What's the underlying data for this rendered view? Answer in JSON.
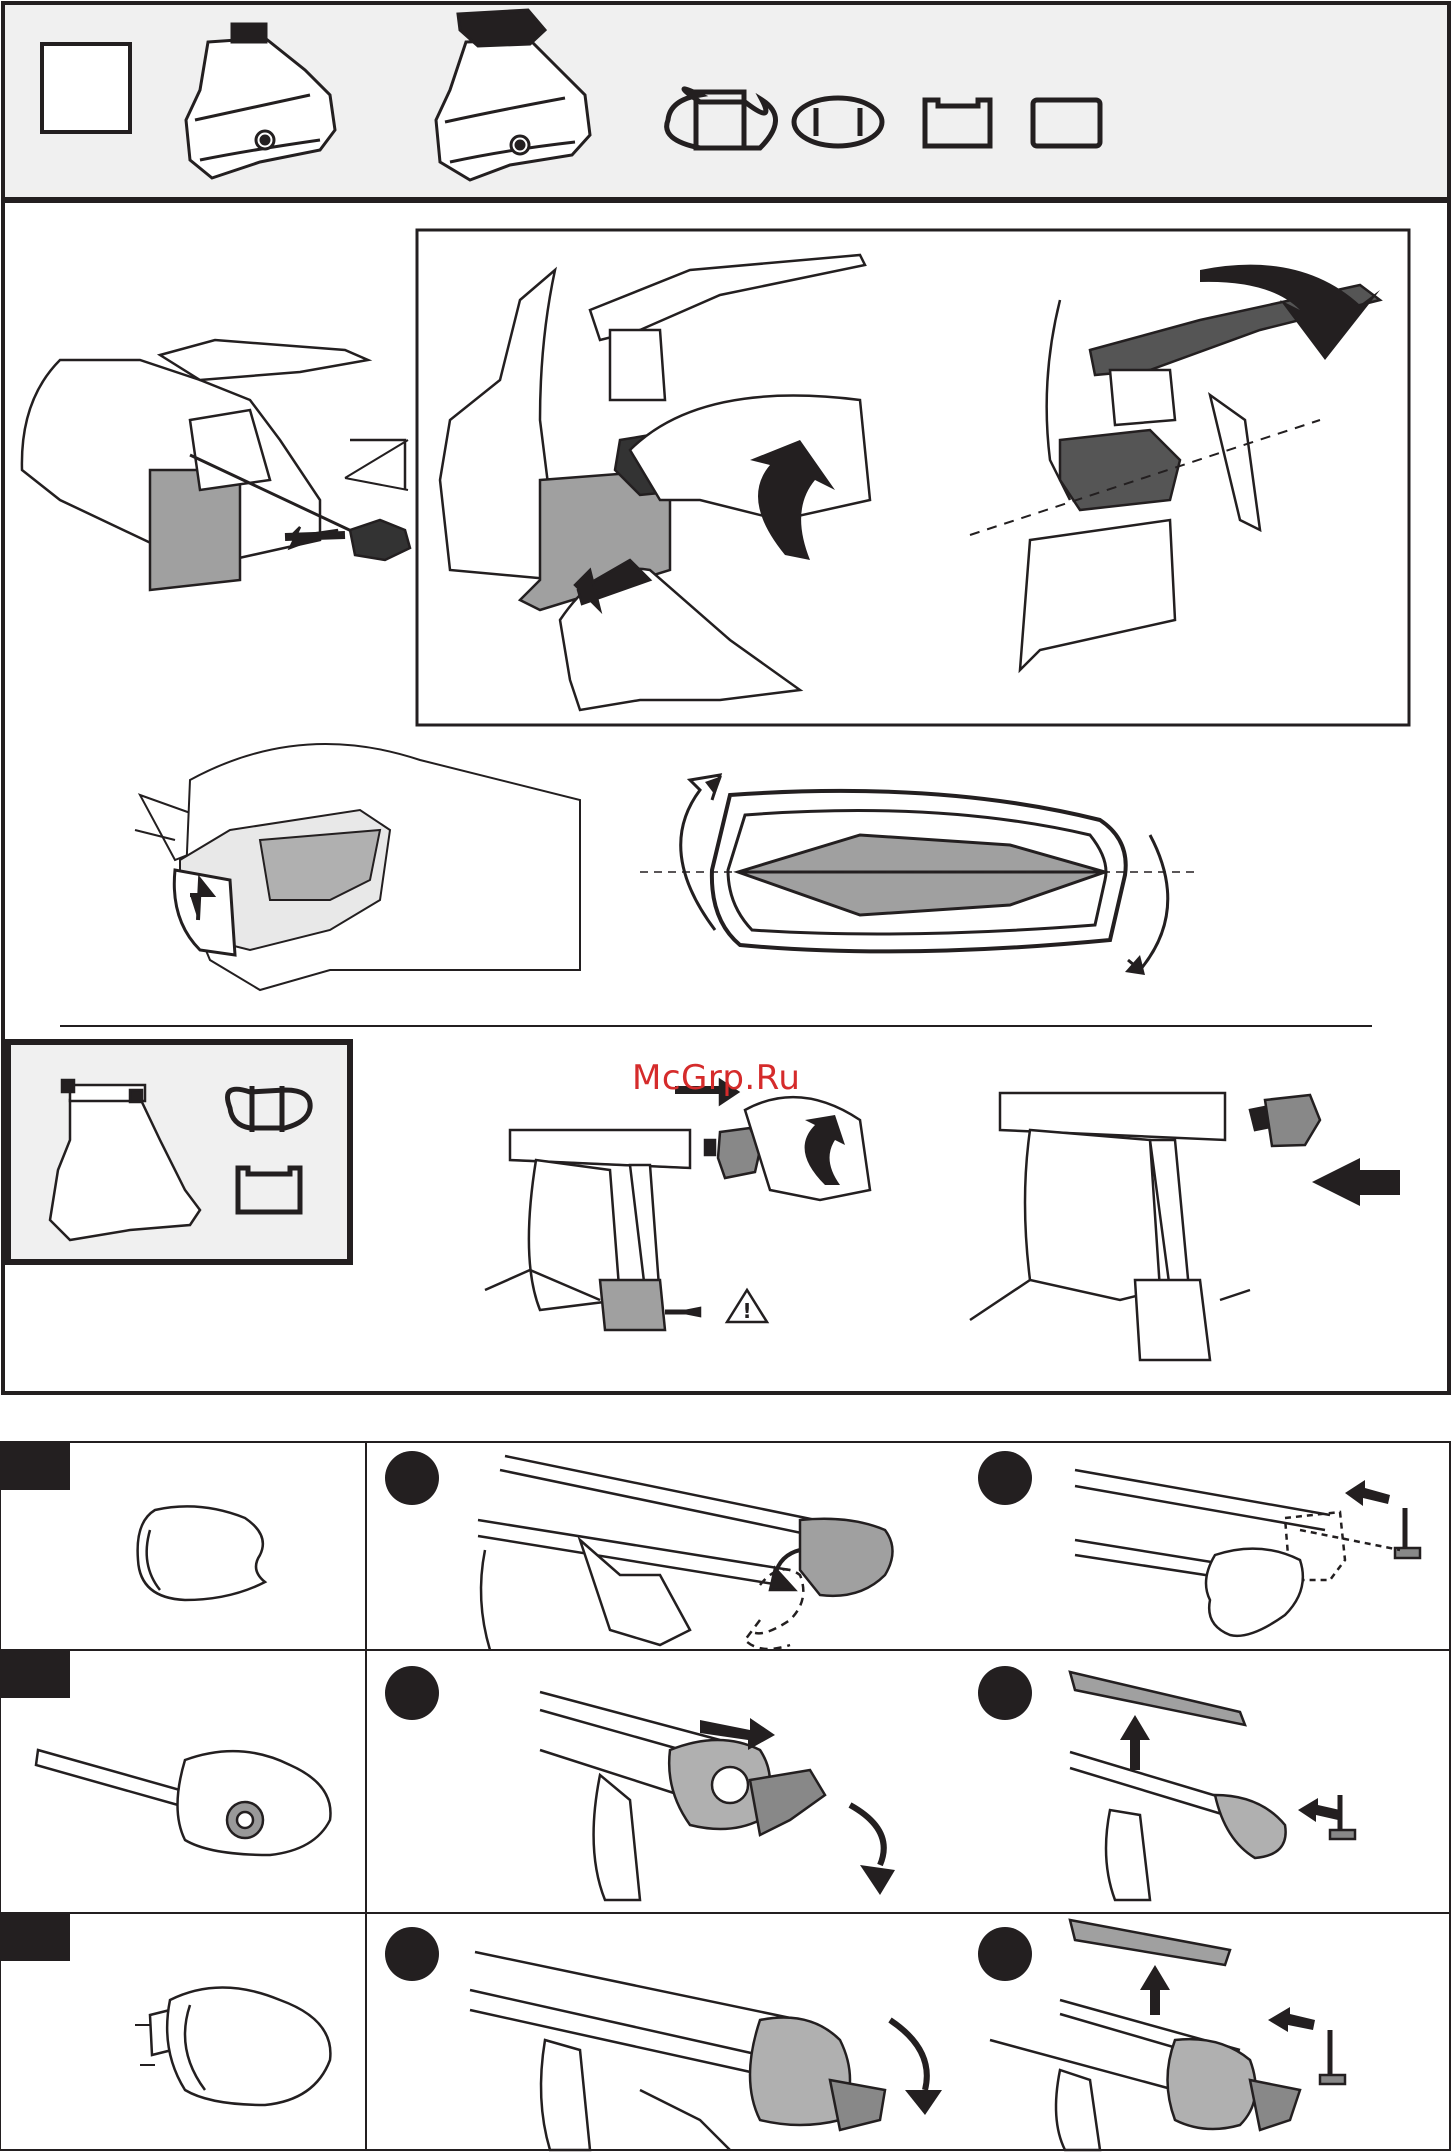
{
  "watermark": {
    "text": "McGrp.Ru",
    "color": "#d52b2b"
  },
  "warning": {
    "symbol": "!"
  },
  "colors": {
    "line": "#231f20",
    "panel_bg": "#f0f0f0",
    "fill_gray": "#a0a0a0",
    "fill_dark": "#333333"
  },
  "icons": {
    "header_blank_box": "empty-checkbox",
    "header_foot_small": "roof-foot-small",
    "header_foot_large": "roof-foot-large",
    "bar_profiles": [
      "wing-bar-profile",
      "oval-bar-profile",
      "square-bar-profile-notched",
      "square-bar-profile"
    ],
    "sub_panel_profiles": [
      "wing-bar-profile",
      "square-bar-profile-notched"
    ],
    "grid_row_items": [
      "end-cap-oval",
      "bar-with-lock-cap",
      "bar-end-cap-large"
    ]
  }
}
